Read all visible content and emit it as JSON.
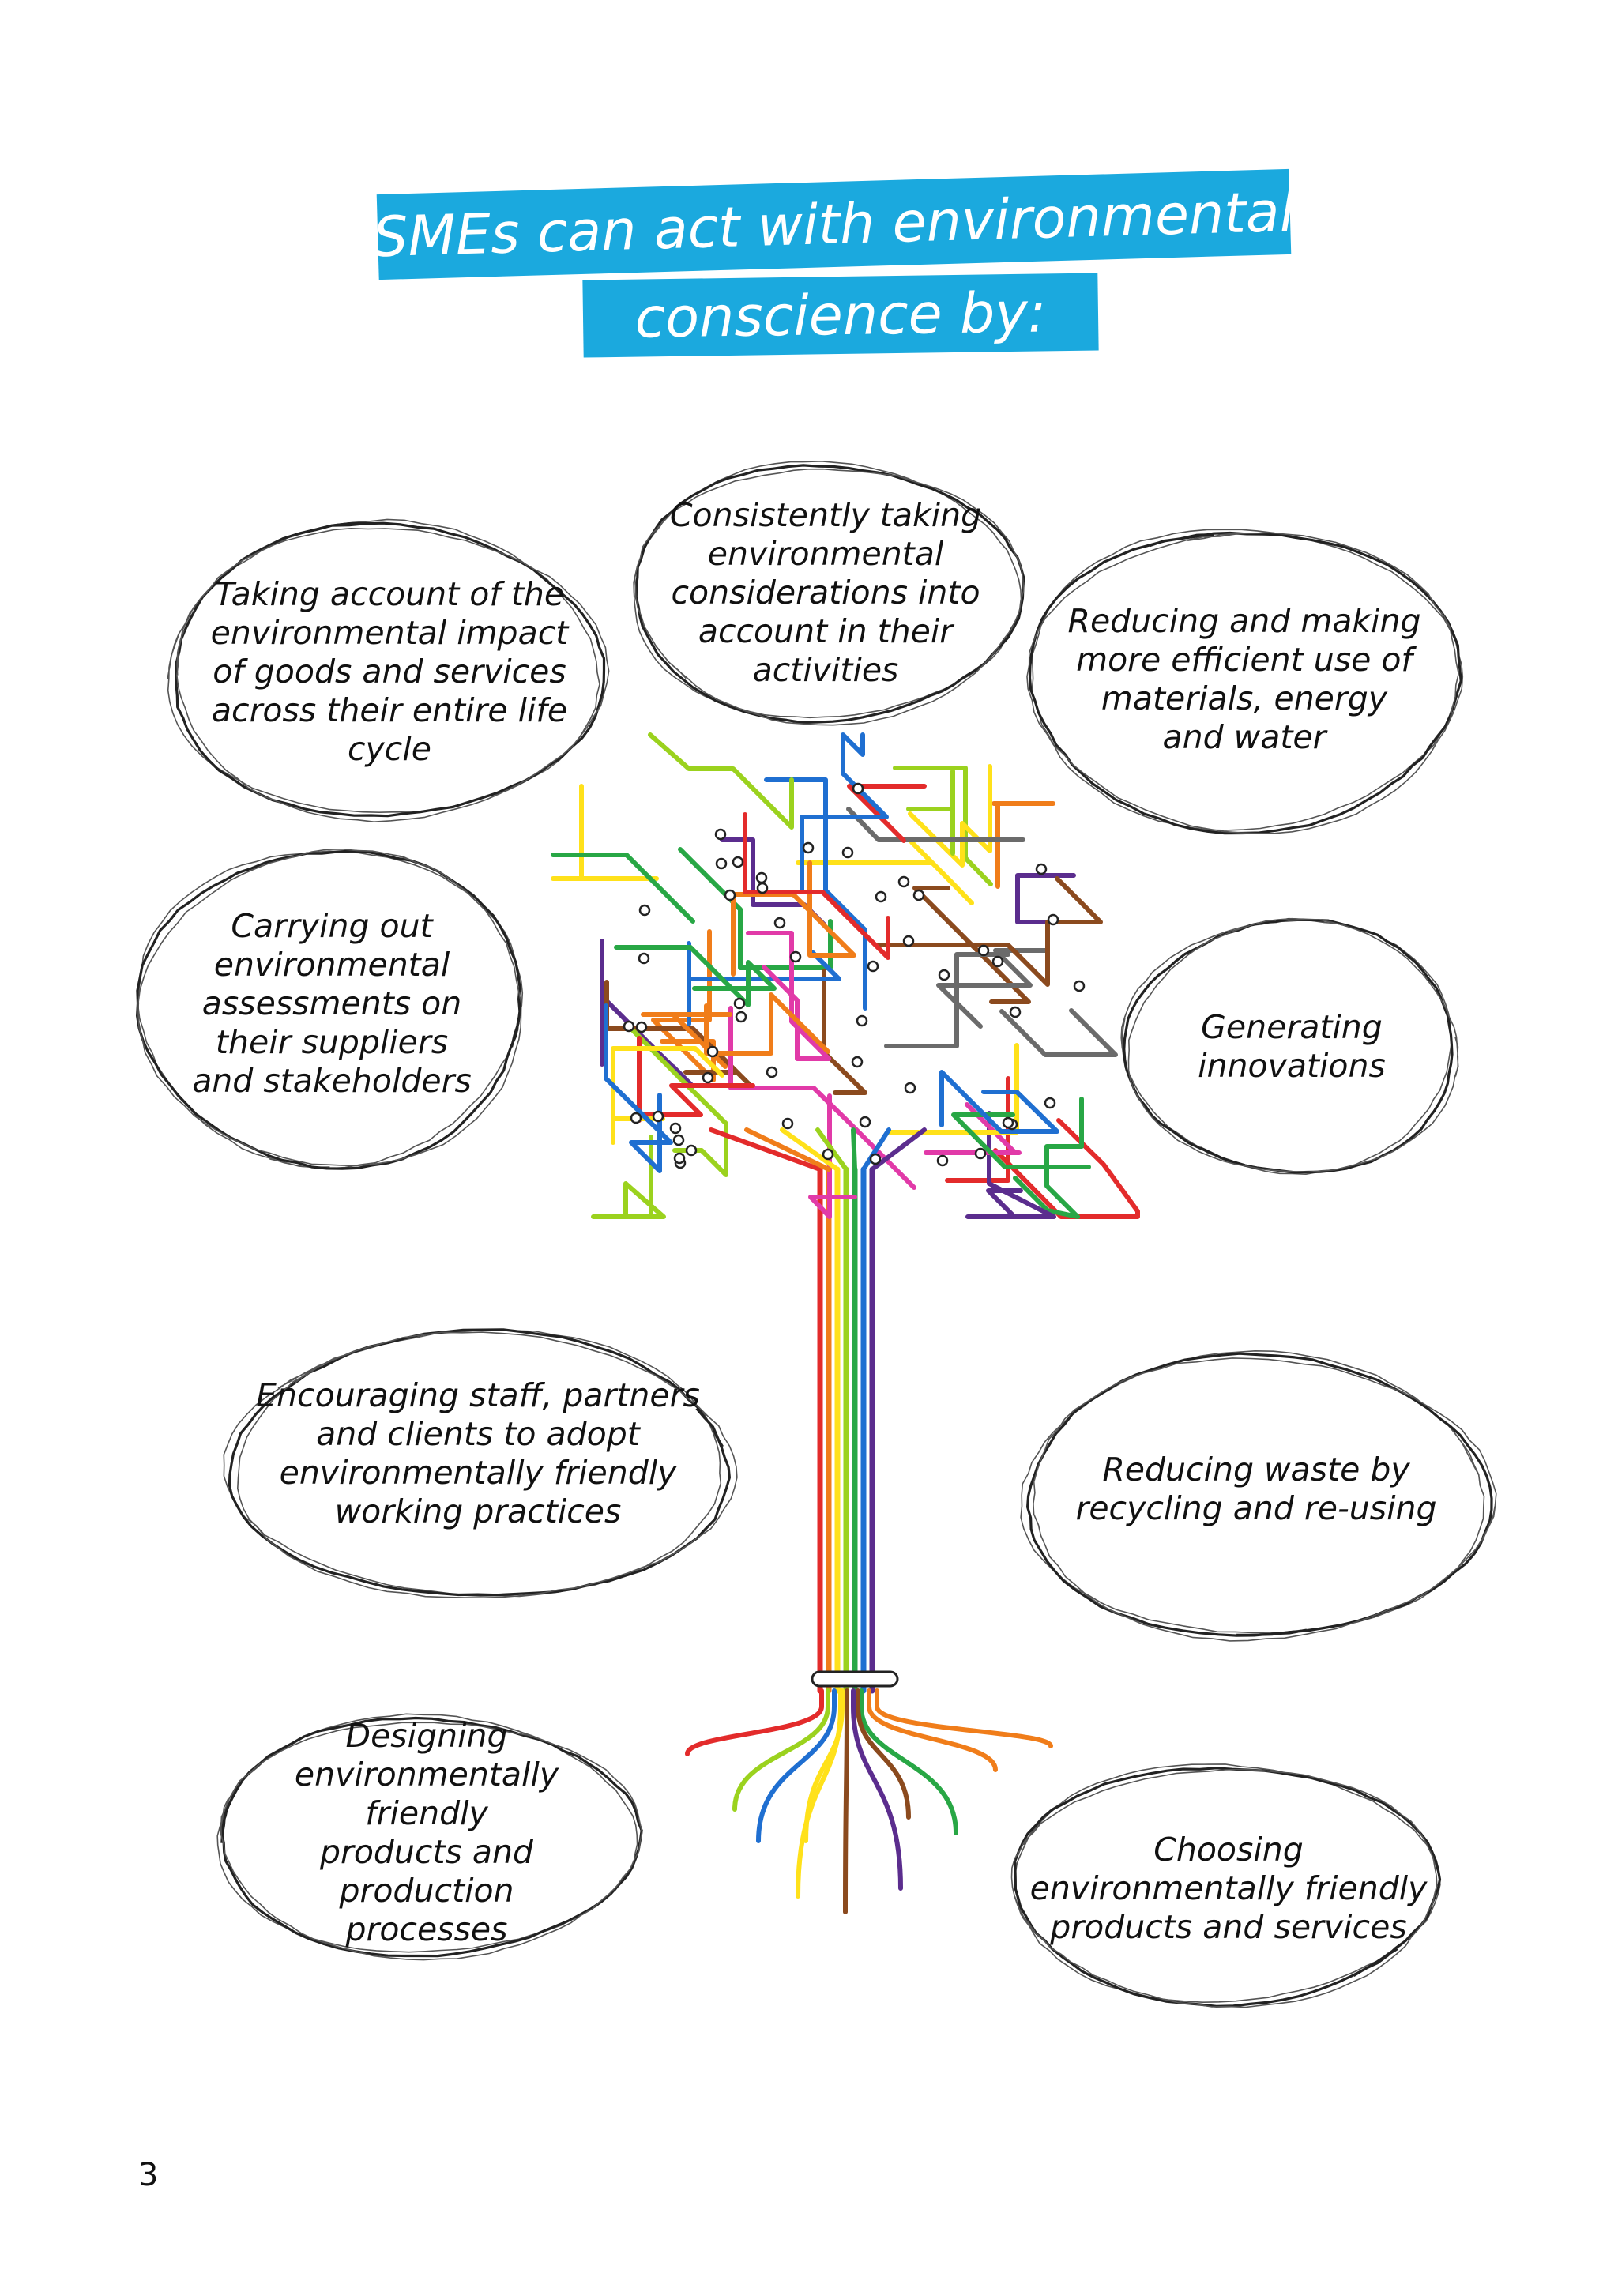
{
  "title": {
    "line1": "SMEs can act with environmental",
    "line2": "conscience by:",
    "band_color": "#1ba9de"
  },
  "actions": [
    {
      "text": "Taking account of the\nenvironmental impact\nof goods and services\nacross their entire life\ncycle"
    },
    {
      "text": "Consistently taking\nenvironmental\nconsiderations into\naccount in their\nactivities"
    },
    {
      "text": "Reducing and making\nmore efficient use of\nmaterials, energy\nand water"
    },
    {
      "text": "Carrying out\nenvironmental\nassessments on\ntheir suppliers\nand stakeholders"
    },
    {
      "text": "Generating\ninnovations"
    },
    {
      "text": "Encouraging staff, partners\nand clients to adopt\nenvironmentally friendly\nworking practices"
    },
    {
      "text": "Reducing waste by\nrecycling and re-using"
    },
    {
      "text": "Designing\nenvironmentally friendly\nproducts and production\nprocesses"
    },
    {
      "text": "Choosing\nenvironmentally friendly\nproducts and services"
    }
  ],
  "tree": {
    "icon": "metro-map-tree-illustration",
    "line_colors": [
      "#e32b2b",
      "#f07d1a",
      "#ffe11a",
      "#9bd21e",
      "#28a745",
      "#1f6fd1",
      "#5b2d8e",
      "#e13aa8",
      "#8b4a1e",
      "#6b6b6b"
    ]
  },
  "page_number": "3"
}
